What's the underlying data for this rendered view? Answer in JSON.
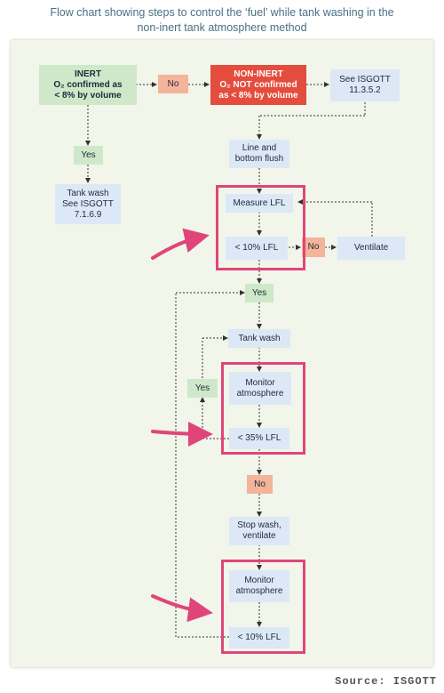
{
  "caption": {
    "line1": "Flow chart showing steps to control the ‘fuel’ while tank washing in the",
    "line2": "non-inert tank atmosphere method"
  },
  "nodes": {
    "inert": "INERT\nO₂ confirmed as\n< 8% by volume",
    "no_top": "No",
    "non_inert": "NON-INERT\nO₂ NOT confirmed\nas < 8% by volume",
    "see_isgott_1135": "See ISGOTT\n11.3.5.2",
    "yes_left": "Yes",
    "tank_wash_see": "Tank wash\nSee ISGOTT\n7.1.6.9",
    "line_flush": "Line and\nbottom flush",
    "measure_lfl": "Measure LFL",
    "lt10_lfl_1": "< 10% LFL",
    "no_ventilate": "No",
    "ventilate": "Ventilate",
    "yes_mid": "Yes",
    "tank_wash": "Tank wash",
    "yes_loop": "Yes",
    "monitor_1": "Monitor\natmosphere",
    "lt35_lfl": "< 35% LFL",
    "no_35": "No",
    "stop_wash": "Stop wash,\nventilate",
    "monitor_2": "Monitor\natmosphere",
    "lt10_lfl_2": "< 10% LFL"
  },
  "source": "Source: ISGOTT",
  "colors": {
    "highlight": "#e0457a",
    "red_box": "#e44d3d",
    "orange_box": "#f3b49a",
    "green_box": "#cfe8c9",
    "blue_box": "#dde8f6",
    "arrow": "#333333"
  }
}
